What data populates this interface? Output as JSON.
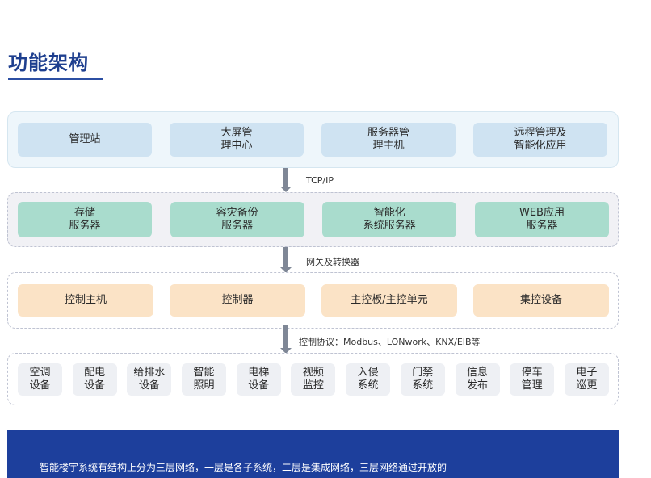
{
  "title": "功能架构",
  "layers": [
    {
      "items": [
        "管理站",
        "大屏管\n理中心",
        "服务器管\n理主机",
        "远程管理及\n智能化应用"
      ]
    },
    {
      "items": [
        "存储\n服务器",
        "容灾备份\n服务器",
        "智能化\n系统服务器",
        "WEB应用\n服务器"
      ]
    },
    {
      "items": [
        "控制主机",
        "控制器",
        "主控板/主控单元",
        "集控设备"
      ]
    },
    {
      "items": [
        "空调\n设备",
        "配电\n设备",
        "给排水\n设备",
        "智能\n照明",
        "电梯\n设备",
        "视频\n监控",
        "入侵\n系统",
        "门禁\n系统",
        "信息\n发布",
        "停车\n管理",
        "电子\n巡更"
      ]
    }
  ],
  "connectors": [
    "TCP/IP",
    "网关及转换器",
    "控制协议：Modbus、LONwork、KNX/EIB等"
  ],
  "footer_text": "智能楼宇系统有结构上分为三层网络，一层是各子系统，二层是集成网络，三层网络通过开放的"
}
